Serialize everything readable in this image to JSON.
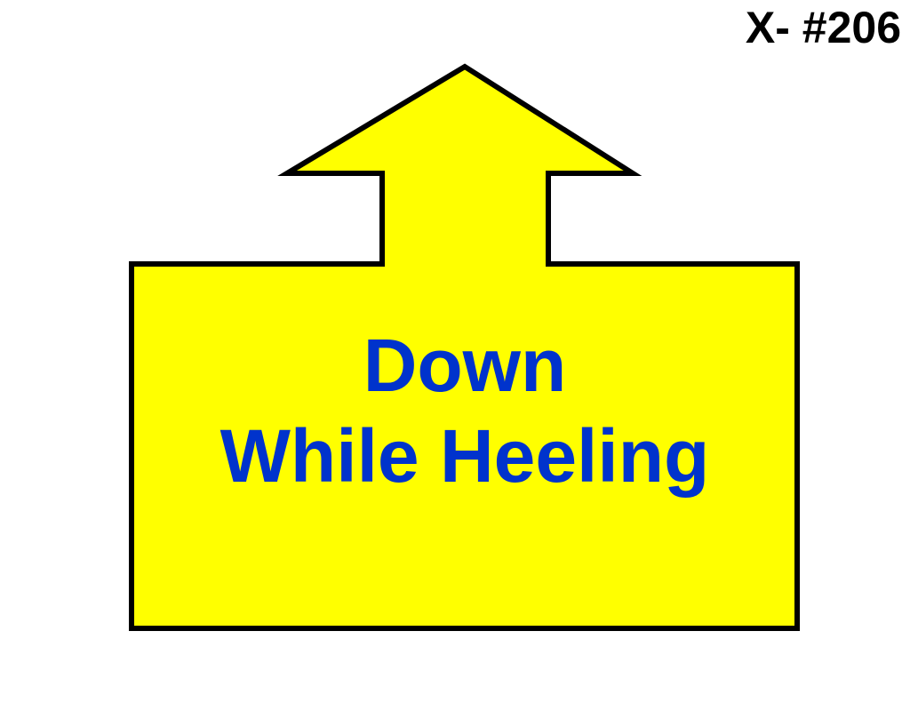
{
  "sign": {
    "number": "X- #206",
    "line1": "Down",
    "line2": "While Heeling",
    "arrow_direction": "up",
    "icon": "up-arrow-icon"
  },
  "colors": {
    "background": "#ffffff",
    "sign_fill": "#ffff00",
    "outline": "#000000",
    "text": "#0033cc",
    "number_text": "#000000"
  }
}
